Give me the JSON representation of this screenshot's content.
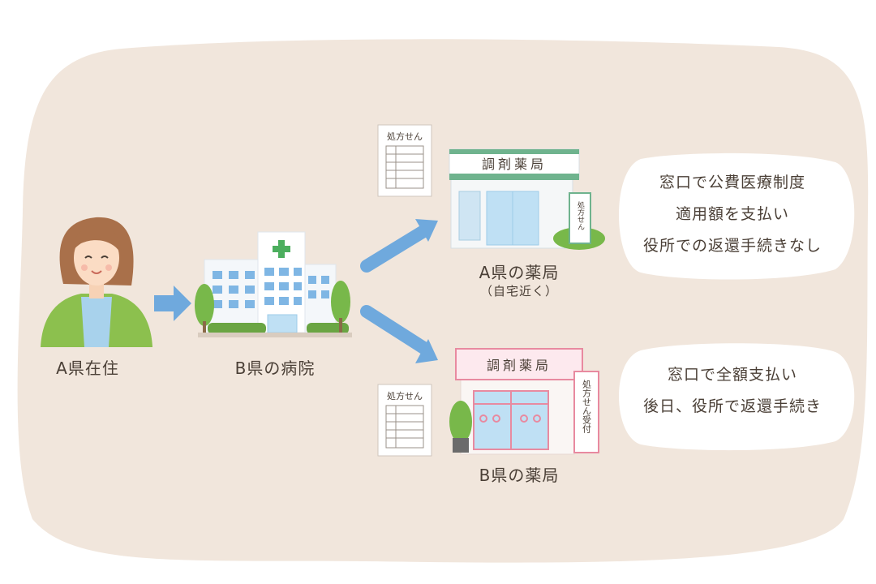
{
  "person": {
    "label": "A県在住"
  },
  "hospital": {
    "label": "B県の病院"
  },
  "pharmacy_a": {
    "sign": "調剤薬局",
    "label": "A県の薬局",
    "sublabel": "（自宅近く）",
    "stand_text": "処方せん",
    "color": "#6fb38e",
    "note_lines": [
      "窓口で公費医療制度",
      "適用額を支払い",
      "役所での返還手続きなし"
    ]
  },
  "pharmacy_b": {
    "sign": "調剤薬局",
    "label": "B県の薬局",
    "stand_text": "処方せん受付",
    "color": "#e88aa0",
    "note_lines": [
      "窓口で全額支払い",
      "後日、役所で返還手続き"
    ]
  },
  "prescription": {
    "title": "処方せん"
  },
  "colors": {
    "background_blob": "#f1e6dc",
    "arrow": "#6fa9dd",
    "text": "#4a3f36",
    "note_bubble": "#ffffff"
  }
}
